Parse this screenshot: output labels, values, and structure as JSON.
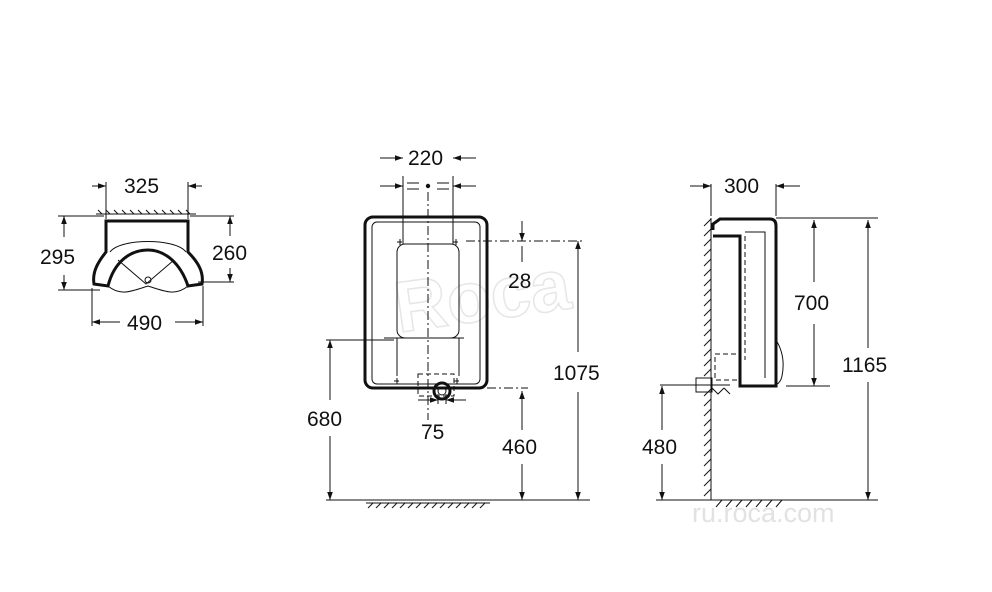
{
  "dimensions": {
    "top_width": "325",
    "top_depth_outer": "295",
    "top_depth_inner": "260",
    "top_overall_width": "490",
    "front_fixing_spacing": "220",
    "front_fixing_offset": "28",
    "front_total_height": "1075",
    "front_top_height": "680",
    "front_outlet_diameter": "75",
    "front_outlet_height": "460",
    "side_depth": "300",
    "side_body_height": "700",
    "side_total_height": "1165",
    "side_outlet_height": "480"
  },
  "watermark": {
    "site": "ru.roca.com",
    "logo": "Roca"
  },
  "colors": {
    "line": "#111111",
    "watermark": "#e2e2e2"
  }
}
